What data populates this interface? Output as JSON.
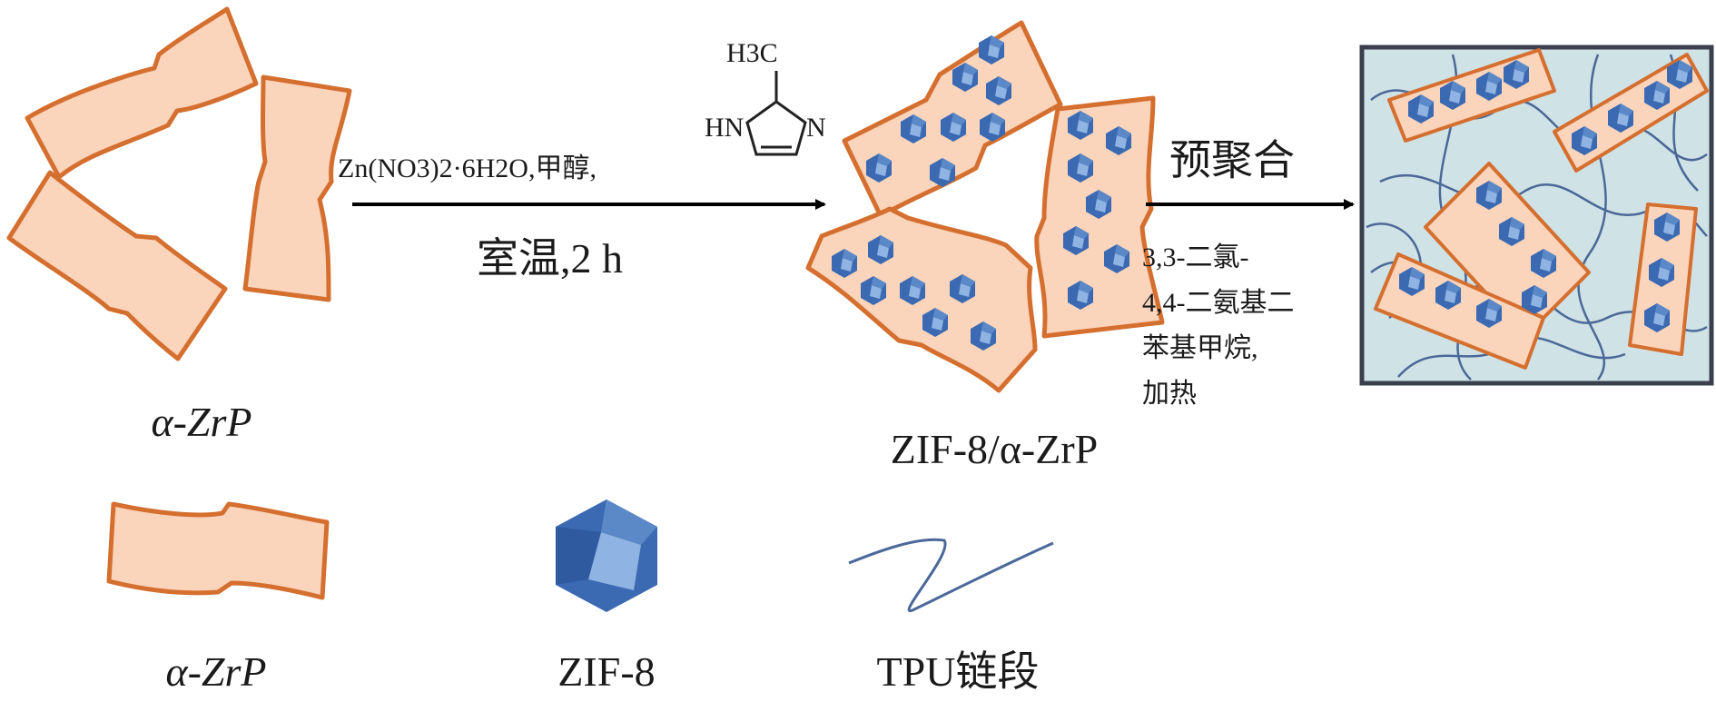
{
  "colors": {
    "sheet_fill": "#fbd4bc",
    "sheet_stroke": "#d56f2f",
    "crystal_dark": "#3b6ab3",
    "crystal_light": "#7aa6dc",
    "chain": "#4a6899",
    "matrix_fill": "#cfe2e5",
    "matrix_stroke": "#3a3f4e"
  },
  "step1": {
    "reagent": "Zn(NO3)2·6H2O,甲醇,",
    "condition": "室温,2 h",
    "methyl_label": "H3C",
    "nh_label": "HN",
    "n_label": "N"
  },
  "step2": {
    "label": "预聚合",
    "conditions": [
      "3,3-二氯-",
      "4,4-二氨基二",
      "苯基甲烷,",
      "加热"
    ]
  },
  "labels": {
    "start": "α-ZrP",
    "intermediate": "ZIF-8/α-ZrP"
  },
  "legend": [
    {
      "icon": "zrp-sheet-icon",
      "label": "α-ZrP"
    },
    {
      "icon": "zif8-crystal-icon",
      "label": "ZIF-8"
    },
    {
      "icon": "tpu-chain-icon",
      "label": "TPU链段"
    }
  ]
}
